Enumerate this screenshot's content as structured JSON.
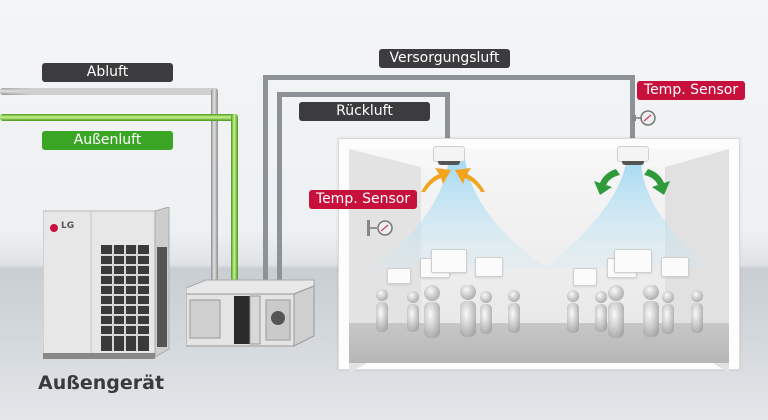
{
  "labels": {
    "exhaust_air": "Abluft",
    "outside_air": "Außenluft",
    "supply_air": "Versorgungsluft",
    "return_air": "Rückluft",
    "temp_sensor_top": "Temp. Sensor",
    "temp_sensor_left": "Temp. Sensor",
    "outdoor_unit": "Außengerät"
  },
  "outdoor_unit": {
    "brand": "LG"
  },
  "colors": {
    "dark_label": "#3c3c3e",
    "green_label": "#3aa623",
    "red_label": "#c8103d",
    "airflow_return": "#f2a51c",
    "airflow_supply": "#2e9a3a",
    "air_cone": "#a9dcf2"
  },
  "icons": {
    "sensor": "thermostat-sensor-icon",
    "return_arrows": "return-airflow-arrows-icon",
    "supply_arrows": "supply-airflow-arrows-icon"
  }
}
